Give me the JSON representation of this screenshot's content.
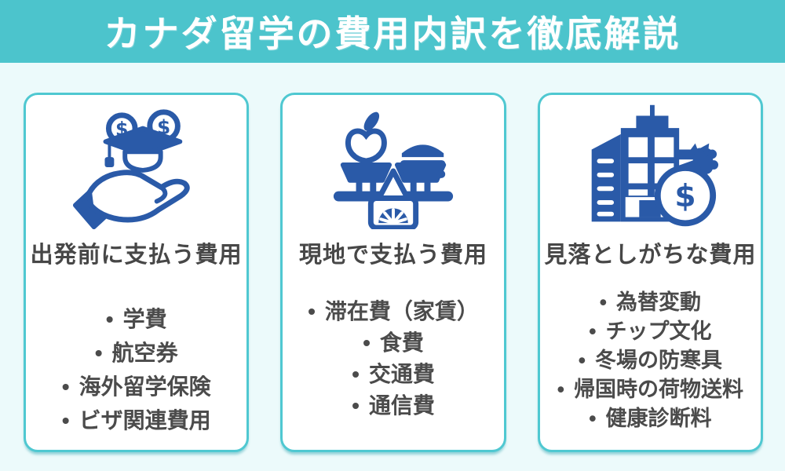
{
  "header": {
    "title": "カナダ留学の費用内訳を徹底解説"
  },
  "cards": [
    {
      "icon": "graduation-cap-coins-hand-icon",
      "title": "出発前に支払う費用",
      "items": [
        "学費",
        "航空券",
        "海外留学保険",
        "ビザ関連費用"
      ]
    },
    {
      "icon": "balance-scale-food-icon",
      "title": "現地で支払う費用",
      "items": [
        "滞在費（家賃）",
        "食費",
        "交通費",
        "通信費"
      ]
    },
    {
      "icon": "building-money-bag-icon",
      "title": "見落としがちな費用",
      "items": [
        "為替変動",
        "チップ文化",
        "冬場の防寒具",
        "帰国時の荷物送料",
        "健康診断料"
      ]
    }
  ],
  "colors": {
    "header_bg": "#4CC4CC",
    "page_bg": "#ECFAFB",
    "card_border": "#4FC8D1",
    "icon_blue": "#2A5AA8",
    "text_dark": "#474747",
    "header_text": "#FFFFFF"
  }
}
